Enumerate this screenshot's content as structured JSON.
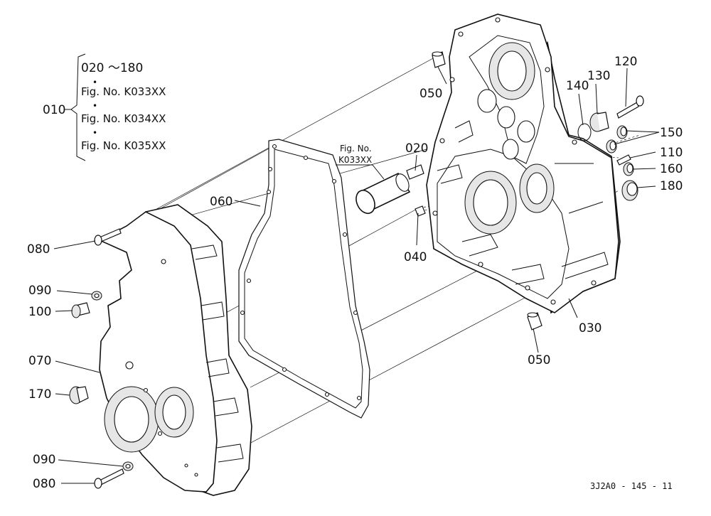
{
  "group": {
    "id": "010",
    "lines": [
      "020 ～180",
      "Fig. No. K033XX",
      "Fig. No. K034XX",
      "Fig. No. K035XX"
    ],
    "bullet": "•"
  },
  "callouts": [
    {
      "id": "c050a",
      "text": "050"
    },
    {
      "id": "c020",
      "text": "020"
    },
    {
      "id": "c140",
      "text": "140"
    },
    {
      "id": "c130",
      "text": "130"
    },
    {
      "id": "c120",
      "text": "120"
    },
    {
      "id": "c150",
      "text": "150"
    },
    {
      "id": "c110",
      "text": "110"
    },
    {
      "id": "c160",
      "text": "160"
    },
    {
      "id": "c180",
      "text": "180"
    },
    {
      "id": "c060",
      "text": "060"
    },
    {
      "id": "c040",
      "text": "040"
    },
    {
      "id": "c080a",
      "text": "080"
    },
    {
      "id": "c090a",
      "text": "090"
    },
    {
      "id": "c100",
      "text": "100"
    },
    {
      "id": "c070",
      "text": "070"
    },
    {
      "id": "c170",
      "text": "170"
    },
    {
      "id": "c030",
      "text": "030"
    },
    {
      "id": "c050b",
      "text": "050"
    },
    {
      "id": "c090b",
      "text": "090"
    },
    {
      "id": "c080b",
      "text": "080"
    }
  ],
  "figref": {
    "line1": "Fig. No.",
    "line2": "K033XX"
  },
  "drawing_code": "3J2A0 - 145 - 11"
}
